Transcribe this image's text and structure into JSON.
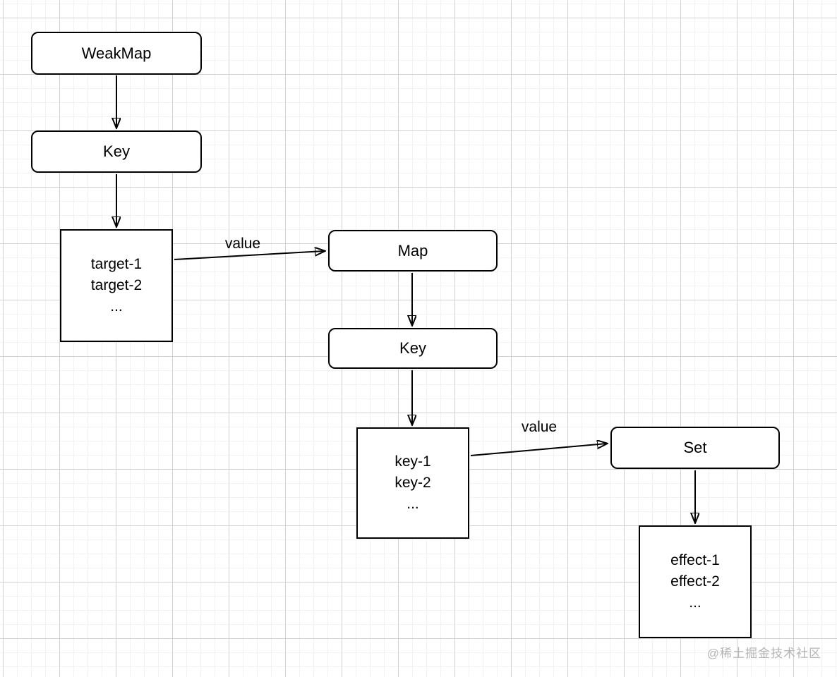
{
  "diagram": {
    "title_hint": "WeakMap / Map / Set dependency structure flowchart",
    "nodes": {
      "weakmap": {
        "label": "WeakMap"
      },
      "key1": {
        "label": "Key"
      },
      "targets": {
        "lines": [
          "target-1",
          "target-2",
          "..."
        ]
      },
      "map": {
        "label": "Map"
      },
      "key2": {
        "label": "Key"
      },
      "keys": {
        "lines": [
          "key-1",
          "key-2",
          "..."
        ]
      },
      "set": {
        "label": "Set"
      },
      "effects": {
        "lines": [
          "effect-1",
          "effect-2",
          "..."
        ]
      }
    },
    "edge_labels": {
      "value1": "value",
      "value2": "value"
    },
    "watermark": "@稀土掘金技术社区",
    "colors": {
      "stroke": "#000000",
      "fill": "#ffffff",
      "grid-minor": "#f2f2f2",
      "grid-major": "#d2d2d2",
      "watermark": "#b5b5b5",
      "text": "#000000"
    }
  }
}
